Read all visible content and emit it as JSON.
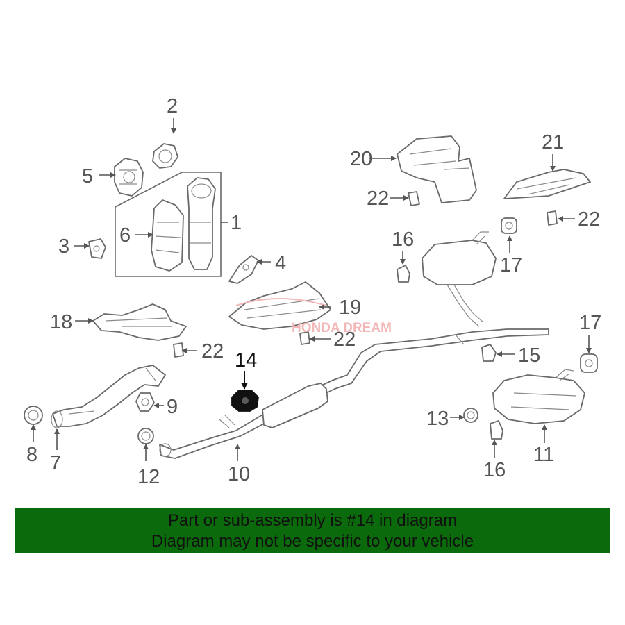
{
  "diagram": {
    "watermark": "HONDA DREAM",
    "highlight_color": "#111111",
    "callouts": {
      "c1": "1",
      "c2": "2",
      "c3": "3",
      "c4": "4",
      "c5": "5",
      "c6": "6",
      "c7": "7",
      "c8": "8",
      "c9": "9",
      "c10": "10",
      "c11": "11",
      "c12": "12",
      "c13": "13",
      "c14": "14",
      "c15": "15",
      "c16a": "16",
      "c16b": "16",
      "c17a": "17",
      "c17b": "17",
      "c18": "18",
      "c19": "19",
      "c20": "20",
      "c21": "21",
      "c22a": "22",
      "c22b": "22",
      "c22c": "22",
      "c22d": "22"
    }
  },
  "banner": {
    "line1": "Part or sub-assembly is #14 in diagram",
    "line2": "Diagram may not be specific to your vehicle",
    "background": "#0b6a0b"
  }
}
